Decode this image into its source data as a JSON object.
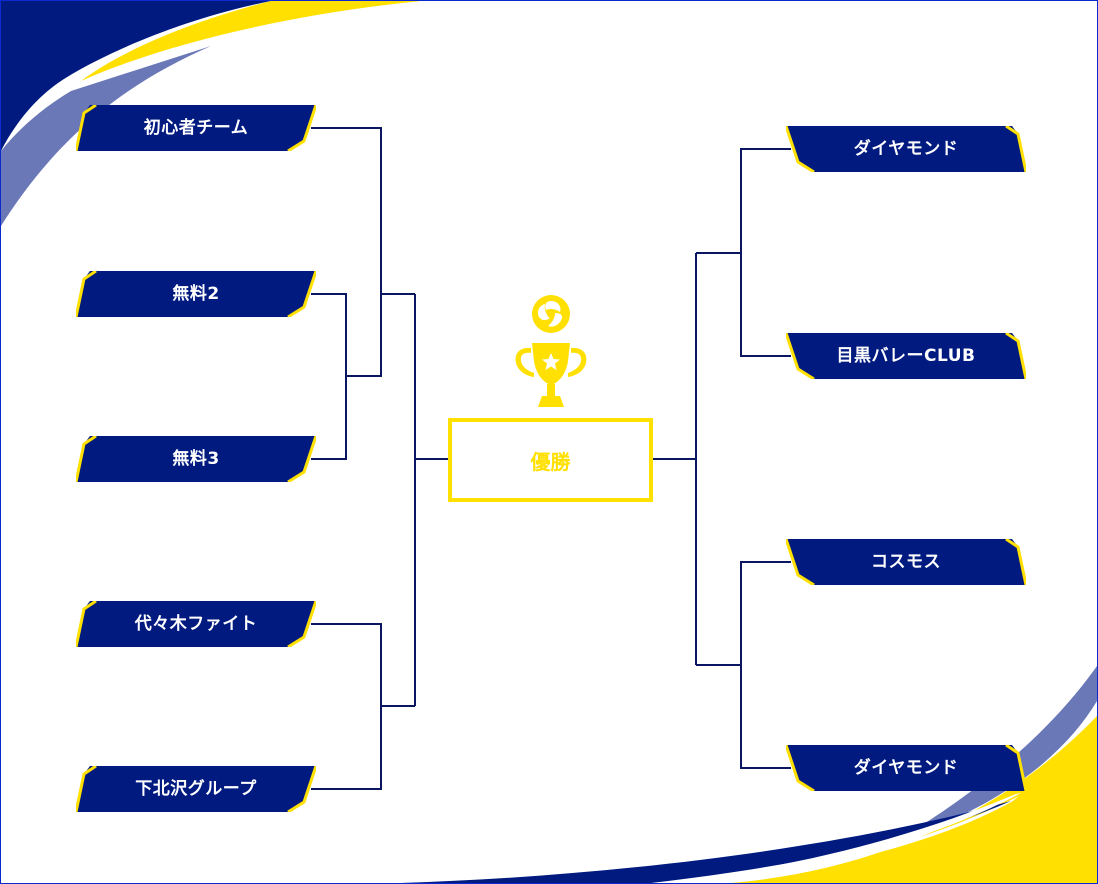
{
  "bracket": {
    "left_teams": [
      {
        "name": "初心者チーム"
      },
      {
        "name": "無料2"
      },
      {
        "name": "無料3"
      },
      {
        "name": "代々木ファイト"
      },
      {
        "name": "下北沢グループ"
      }
    ],
    "right_teams": [
      {
        "name": "ダイヤモンド"
      },
      {
        "name": "目黒バレーCLUB"
      },
      {
        "name": "コスモス"
      },
      {
        "name": "ダイヤモンド"
      }
    ],
    "champion": {
      "label": "優勝",
      "icon": "trophy-icon"
    }
  },
  "colors": {
    "navy": "#001a80",
    "yellow": "#ffe000",
    "periwinkle": "#6a78b8",
    "line": "#0b1660",
    "border": "#0a2acf"
  }
}
